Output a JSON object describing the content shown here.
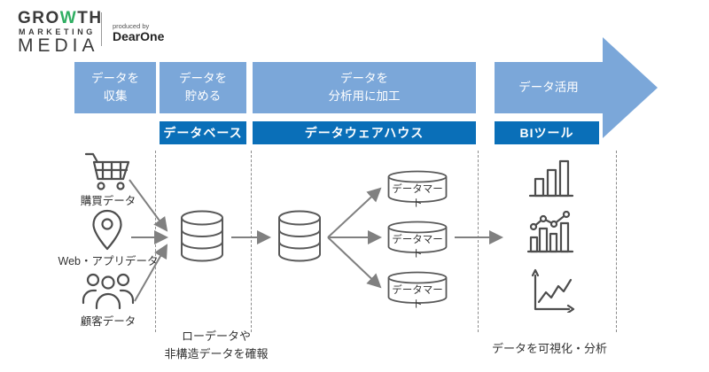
{
  "logo": {
    "line1_pre": "GRO",
    "line1_w": "W",
    "line1_post": "TH",
    "line2": "MARKETING",
    "line3": "MEDIA",
    "produced_by": "produced by",
    "brand": "DearOne"
  },
  "colors": {
    "light_blue": "#7ba7d9",
    "dark_blue": "#0a6fb8",
    "icon_gray": "#4d4d4d",
    "arrow_gray": "#808080",
    "logo_green": "#2fae62"
  },
  "pipeline": {
    "stages": [
      {
        "label_line1": "データを",
        "label_line2": "収集"
      },
      {
        "label_line1": "データを",
        "label_line2": "貯める"
      },
      {
        "label_line1": "データを",
        "label_line2": "分析用に加工"
      },
      {
        "label_line1": "データ活用",
        "label_line2": ""
      }
    ],
    "systems": [
      {
        "label": "データベース"
      },
      {
        "label": "データウェアハウス"
      },
      {
        "label": "BIツール"
      }
    ]
  },
  "sources": [
    {
      "icon": "cart-icon",
      "label": "購買データ"
    },
    {
      "icon": "location-pin-icon",
      "label": "Web・アプリデータ"
    },
    {
      "icon": "people-icon",
      "label": "顧客データ"
    }
  ],
  "datamarts": [
    {
      "label": "データマート"
    },
    {
      "label": "データマート"
    },
    {
      "label": "データマート"
    }
  ],
  "output_icons": [
    "bar-chart-icon",
    "combo-chart-icon",
    "line-chart-icon"
  ],
  "captions": {
    "storage_line1": "ローデータや",
    "storage_line2": "非構造データを確報",
    "analysis": "データを可視化・分析"
  }
}
